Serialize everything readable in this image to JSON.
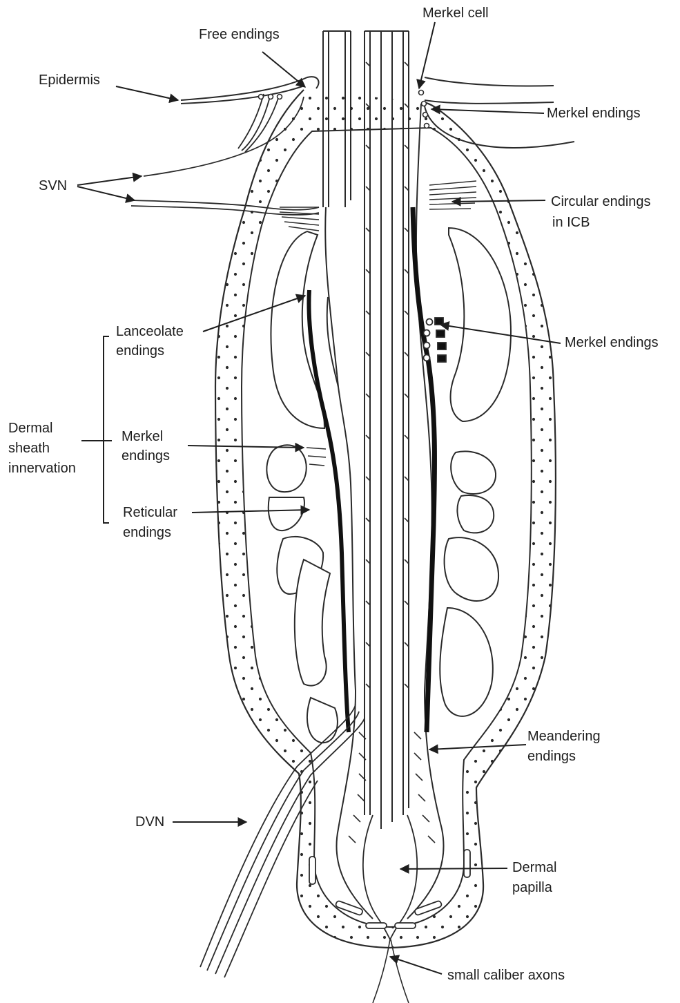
{
  "labels": {
    "free_endings": "Free endings",
    "merkel_cell": "Merkel cell",
    "epidermis": "Epidermis",
    "merkel_endings_top": "Merkel endings",
    "svn": "SVN",
    "circular_endings_line1": "Circular endings",
    "circular_endings_line2": "in ICB",
    "lanceolate_line1": "Lanceolate",
    "lanceolate_line2": "endings",
    "merkel_endings_right": "Merkel endings",
    "dermal_sheath_line1": "Dermal",
    "dermal_sheath_line2": "sheath",
    "dermal_sheath_line3": "innervation",
    "merkel_endings_left_line1": "Merkel",
    "merkel_endings_left_line2": "endings",
    "reticular_line1": "Reticular",
    "reticular_line2": "endings",
    "meandering_line1": "Meandering",
    "meandering_line2": "endings",
    "dvn": "DVN",
    "dermal_papilla_line1": "Dermal",
    "dermal_papilla_line2": "papilla",
    "small_caliber_axons": "small caliber axons"
  }
}
